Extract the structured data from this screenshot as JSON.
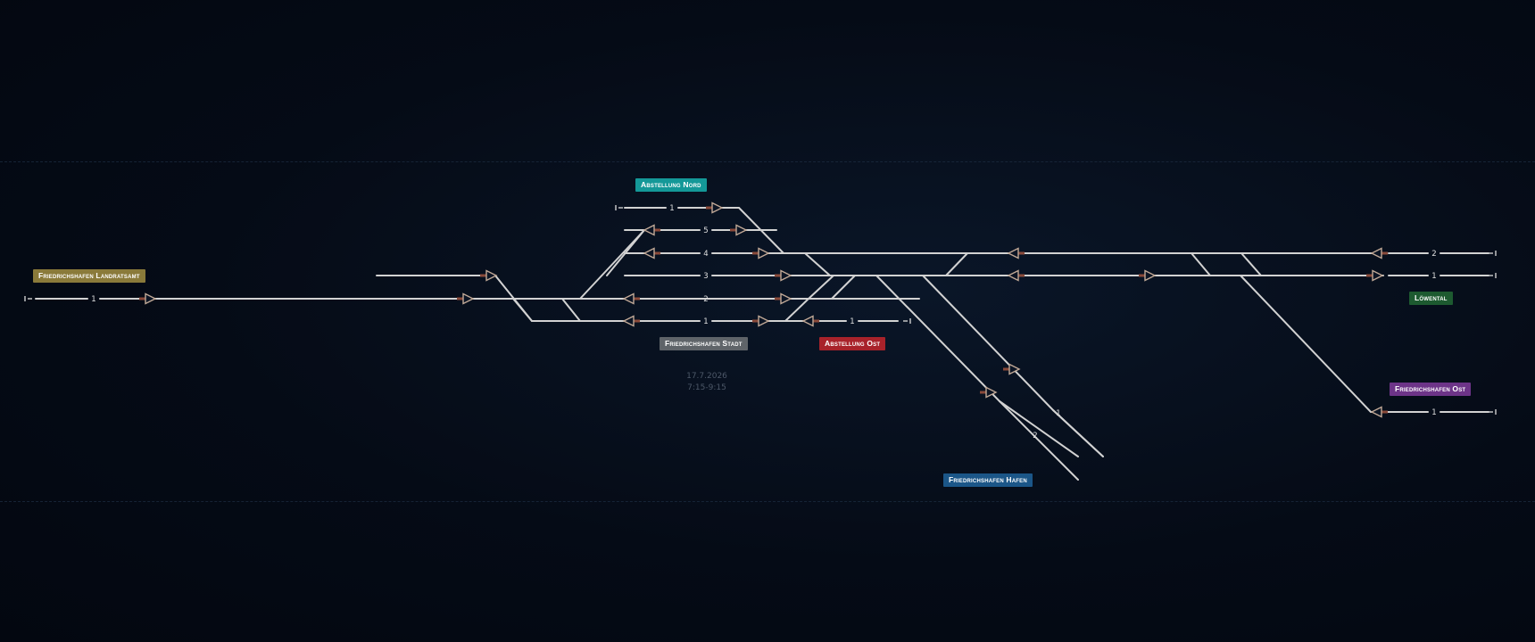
{
  "colors": {
    "background": "#050b16",
    "track": "#d2d2d2",
    "signal_stroke": "#c0a896",
    "signal_stem": "#8a4a3a",
    "track_label": "#e0e0e0",
    "end_marker": "#cfcfcf"
  },
  "stations": {
    "landratsamt": {
      "label": "Friedrichshafen Landratsamt",
      "color": "#8a7a3a"
    },
    "abstellung_nord": {
      "label": "Abstellung Nord",
      "color": "#149898"
    },
    "stadt": {
      "label": "Friedrichshafen Stadt",
      "color": "#5f6469"
    },
    "abstellung_ost": {
      "label": "Abstellung Ost",
      "color": "#a8222a"
    },
    "hafen": {
      "label": "Friedrichshafen Hafen",
      "color": "#1b5688"
    },
    "loewental": {
      "label": "Löwental",
      "color": "#1d5a30"
    },
    "ost": {
      "label": "Friedrichshafen Ost",
      "color": "#6d3488"
    }
  },
  "timetable": {
    "date": "17.7.2026",
    "time_range": "7:15-9:15"
  },
  "track_numbers": {
    "landratsamt_1": "1",
    "nord_1": "1",
    "stadt_5": "5",
    "stadt_4": "4",
    "stadt_3": "3",
    "stadt_2": "2",
    "stadt_1": "1",
    "ost_abst_1": "1",
    "loewental_2": "2",
    "loewental_1": "1",
    "hafen_1": "1",
    "hafen_2": "2",
    "ost_1": "1"
  }
}
